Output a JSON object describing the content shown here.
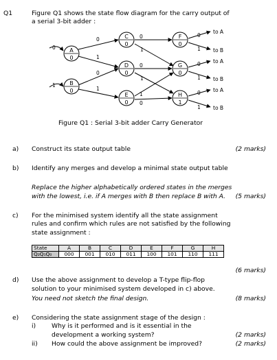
{
  "q1": {
    "number": "Q1",
    "intro_line1": "Figure Q1 shows the state flow diagram for the carry output of",
    "intro_line2": "a serial 3-bit adder :"
  },
  "figure": {
    "caption": "Figure Q1 : Serial 3-bit adder Carry Generator",
    "states": [
      {
        "id": "A",
        "out": "0"
      },
      {
        "id": "B",
        "out": "0"
      },
      {
        "id": "C",
        "out": "0"
      },
      {
        "id": "D",
        "out": "0"
      },
      {
        "id": "E",
        "out": "0"
      },
      {
        "id": "F",
        "out": "0"
      },
      {
        "id": "G",
        "out": "0"
      },
      {
        "id": "H",
        "out": "1"
      }
    ],
    "edge_labels": {
      "in_a": "0",
      "in_b": "1",
      "a_c": "0",
      "a_d": "1",
      "b_d": "0",
      "b_e": "1",
      "c_f": "0",
      "c_g": "1",
      "d_g": "0",
      "d_h": "1",
      "e_g": "1",
      "e_h": "0",
      "f_out0": "0",
      "f_out1": "1",
      "g_out0": "0",
      "g_out1": "1",
      "h_out0": "0",
      "h_out1": "1"
    },
    "to_a": "to A",
    "to_b": "to B"
  },
  "part_a": {
    "letter": "a)",
    "text": "Construct its state output table",
    "marks": "(2 marks)"
  },
  "part_b": {
    "letter": "b)",
    "text": "Identify any merges and develop a minimal state output table",
    "note_line1": "Replace the higher alphabetically ordered states in the merges",
    "note_line2": "with the lowest, i.e. if A merges with B then replace B with A.",
    "marks": "(5 marks)"
  },
  "part_c": {
    "letter": "c)",
    "line1": "For the minimised system identify all the state assignment",
    "line2": "rules and confirm which rules are not satisfied by the following",
    "line3": "state assignment :",
    "table": {
      "row1_header": "State",
      "row2_header": "Q₂Q₁Q₀",
      "states": [
        "A",
        "B",
        "C",
        "D",
        "E",
        "F",
        "G",
        "H"
      ],
      "codes": [
        "000",
        "001",
        "010",
        "011",
        "100",
        "101",
        "110",
        "111"
      ]
    },
    "marks": "(6 marks)"
  },
  "part_d": {
    "letter": "d)",
    "line1": "Use the above assignment to develop a T-type flip-flop",
    "line2": "solution to your minimised system developed in c) above.",
    "line3": "You need not sketch the final design.",
    "marks": "(8 marks)"
  },
  "part_e": {
    "letter": "e)",
    "line1": "Considering the state assignment stage of the design :",
    "sub_i_label": "i)",
    "sub_i_line1": "Why is it performed and is it essential in the",
    "sub_i_line2": "development a working system?",
    "sub_i_marks": "(2 marks)",
    "sub_ii_label": "ii)",
    "sub_ii_text": "How could the above assignment be improved?",
    "sub_ii_marks": "(2 marks)"
  }
}
